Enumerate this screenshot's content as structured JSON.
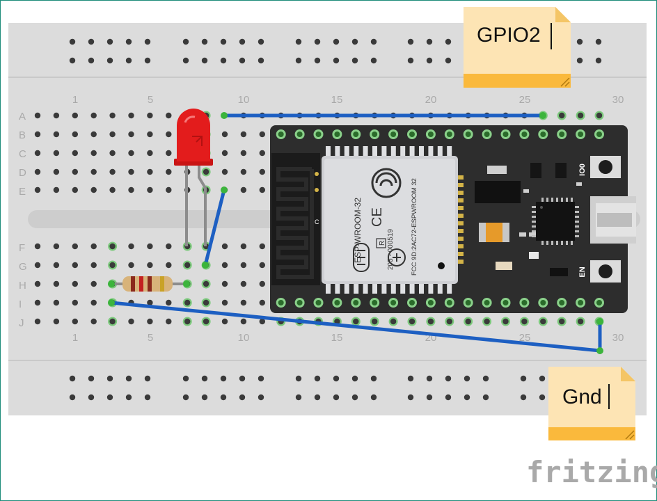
{
  "breadboard": {
    "row_labels_top": [
      "A",
      "B",
      "C",
      "D",
      "E"
    ],
    "row_labels_bottom": [
      "F",
      "G",
      "H",
      "I",
      "J"
    ],
    "column_numbers": [
      "1",
      "5",
      "10",
      "15",
      "20",
      "25",
      "30"
    ]
  },
  "notes": {
    "gpio_label": "GPIO2",
    "gnd_label": "Gnd"
  },
  "esp32": {
    "module_name": "ESP-WROOM-32",
    "fcc_id": "FCC 9D:2AC72-ESPWROOM 32",
    "cert_code": "205 - 000519",
    "ce_mark": "CE",
    "r_mark": "R",
    "antenna_mark": "C",
    "button_io0": "IO0",
    "button_en": "EN"
  },
  "brand": {
    "logo_text": "fritzing"
  },
  "colors": {
    "wire": "#1d5fc2",
    "board": "#2d2d2d",
    "breadboard": "#dcdcdc",
    "led": "#e31c1c",
    "note": "#fde4b4",
    "note_bar": "#fab93c"
  }
}
